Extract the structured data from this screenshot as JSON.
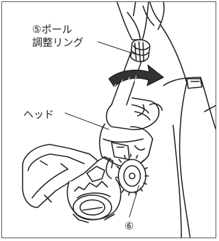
{
  "labels": {
    "pole_adjust_line1": "⑤ポール",
    "pole_adjust_line2": "調整リング",
    "head": "ヘッド",
    "callout_six": "⑥"
  },
  "colors": {
    "line": "#222222",
    "arrow": "#333333",
    "frame": "#555555",
    "background": "#ffffff"
  },
  "icons": {
    "rotation_arrow": "curved-arrow-icon"
  }
}
